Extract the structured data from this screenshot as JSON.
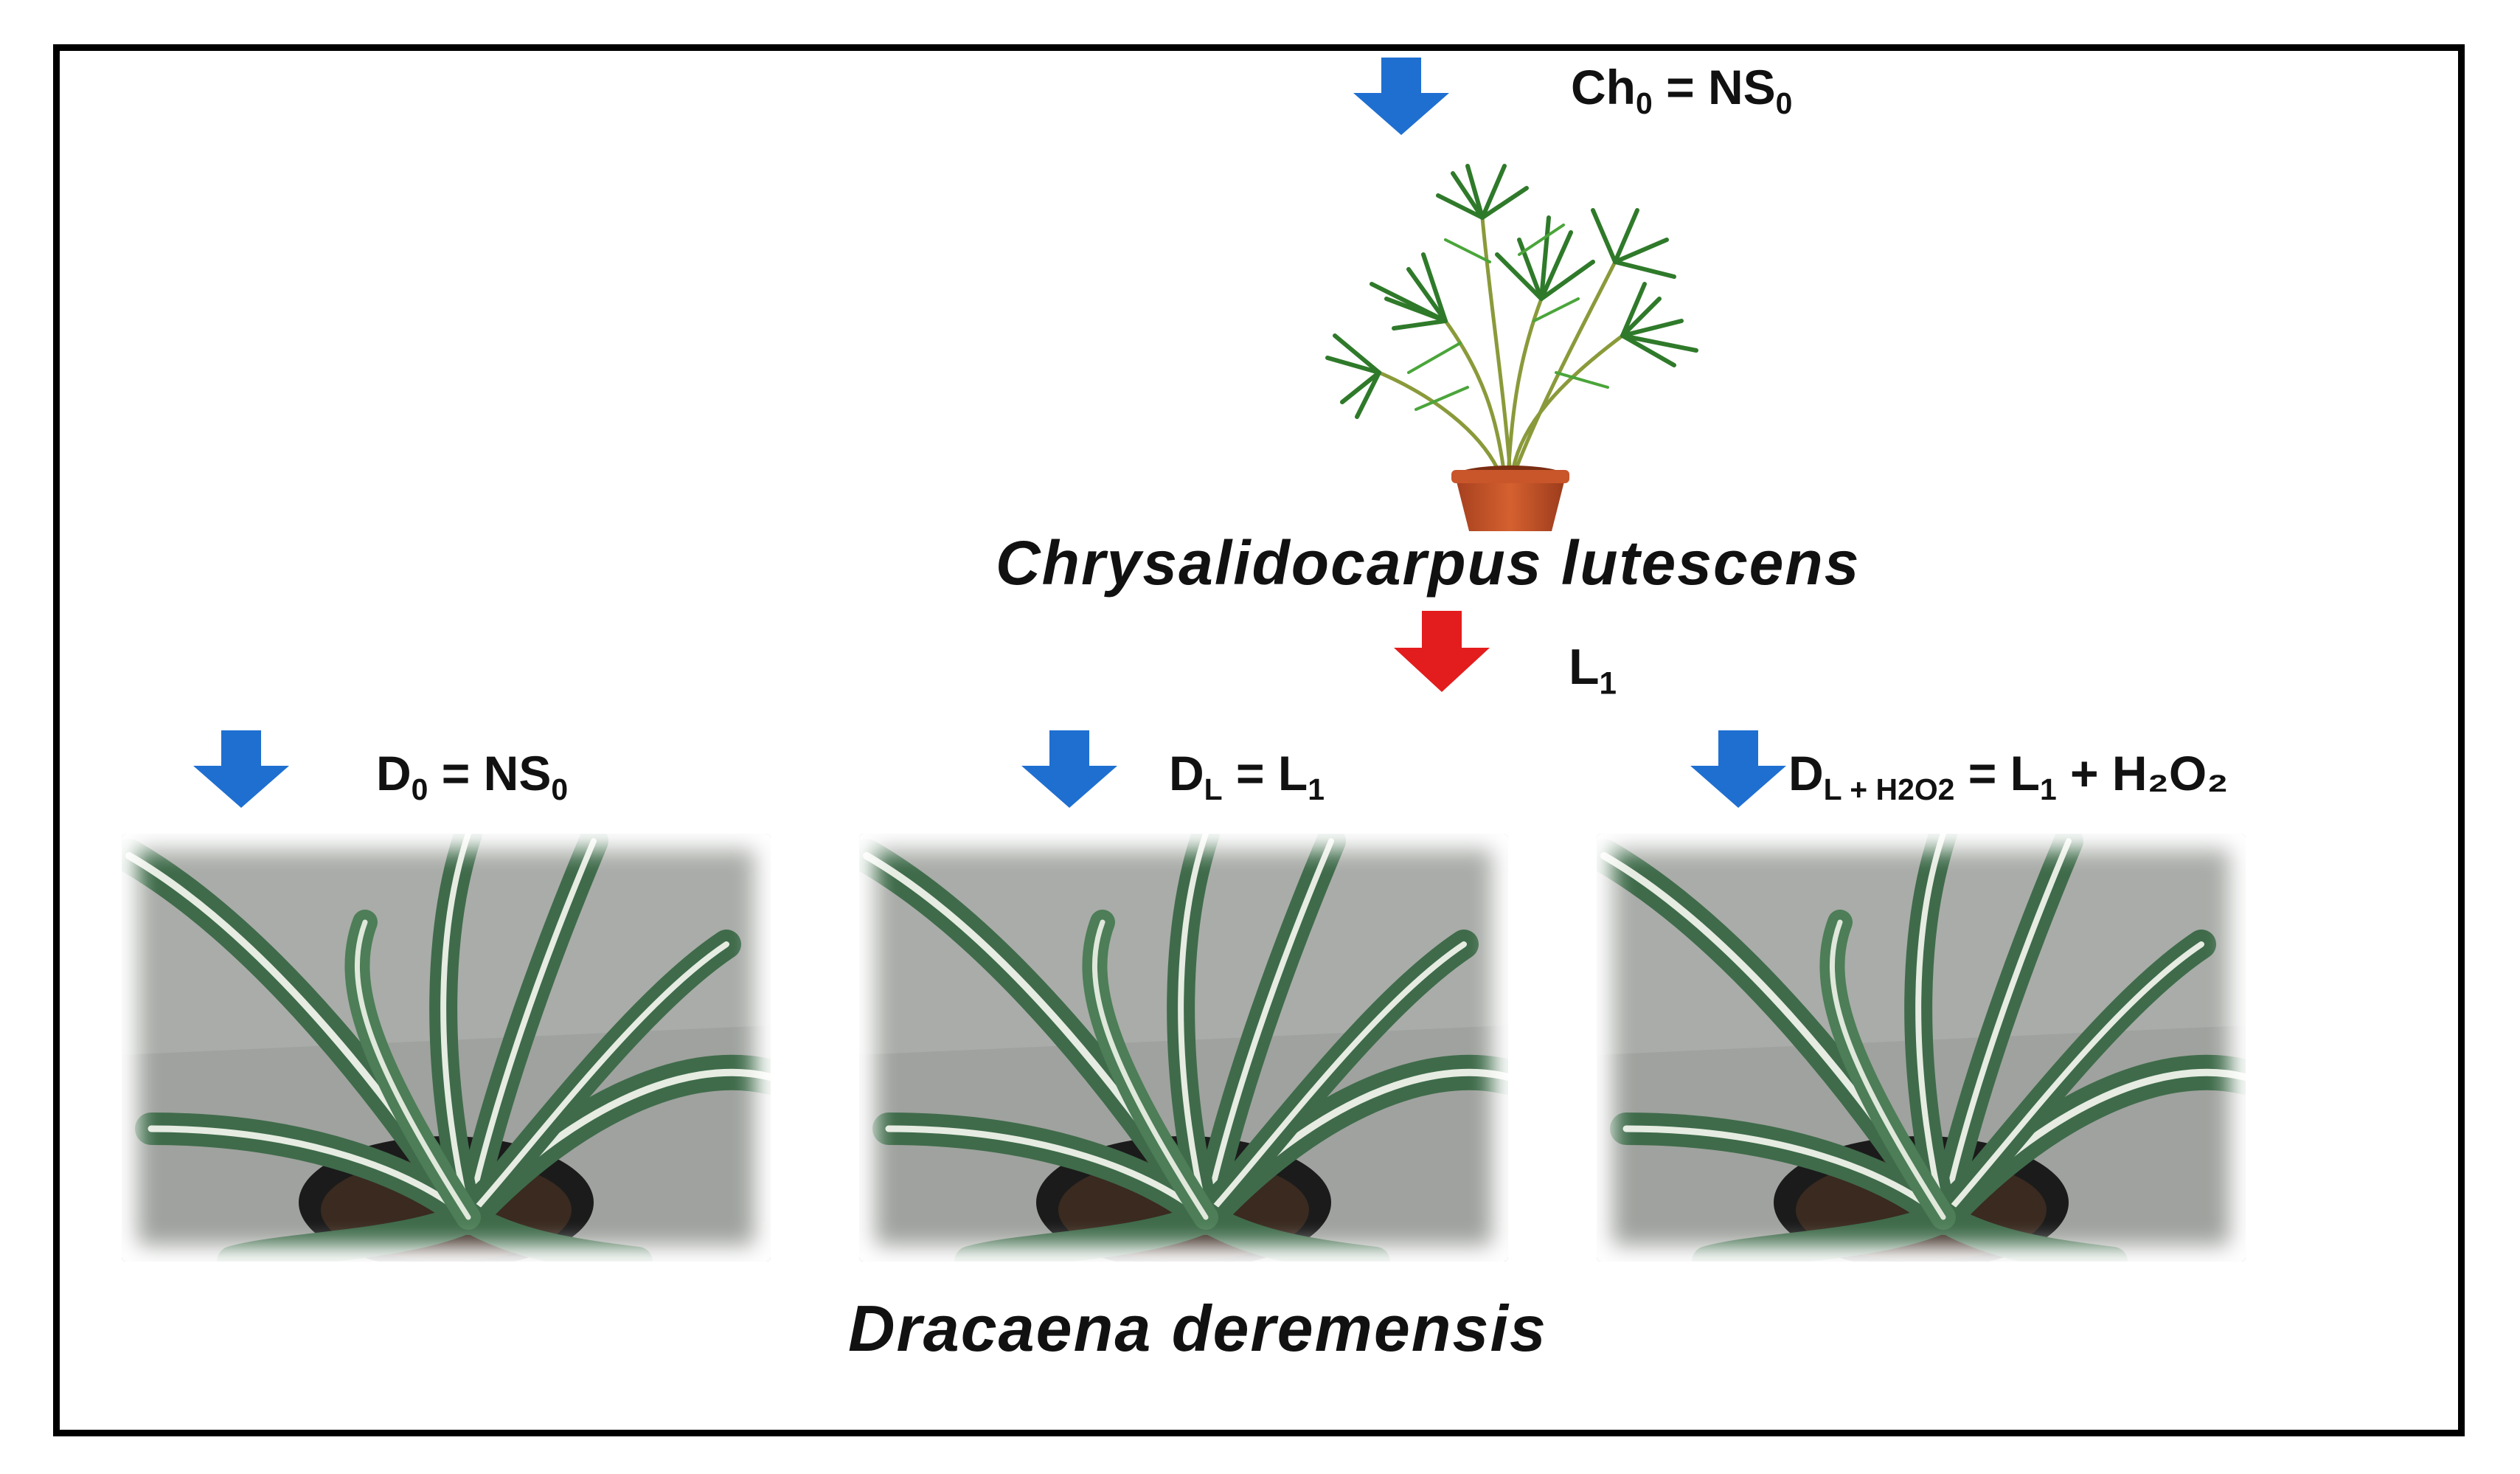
{
  "top_label": {
    "base": "Ch",
    "sub": "0",
    "eq": " = NS",
    "sub2": "0"
  },
  "palm_species": "Chrysalidocarpus lutescens",
  "mid_label": {
    "base": "L",
    "sub": "1"
  },
  "groups": [
    {
      "base": "D",
      "sub": "0",
      "rhs": " = NS",
      "rhs_sub": "0",
      "rhs_tail": ""
    },
    {
      "base": "D",
      "sub": "L",
      "rhs": " = L",
      "rhs_sub": "1",
      "rhs_tail": ""
    },
    {
      "base": "D",
      "sub": "L + H2O2",
      "rhs": " = L",
      "rhs_sub": "1",
      "rhs_tail": " + H₂O₂"
    }
  ],
  "dracaena_species": "Dracaena deremensis",
  "colors": {
    "blue_arrow": "#1f6fd1",
    "red_arrow": "#e31d1d",
    "pot": "#c8502a",
    "leaf_dark": "#3f6b4a",
    "leaf_light": "#e6ece2",
    "wall": "#a8aba7"
  }
}
